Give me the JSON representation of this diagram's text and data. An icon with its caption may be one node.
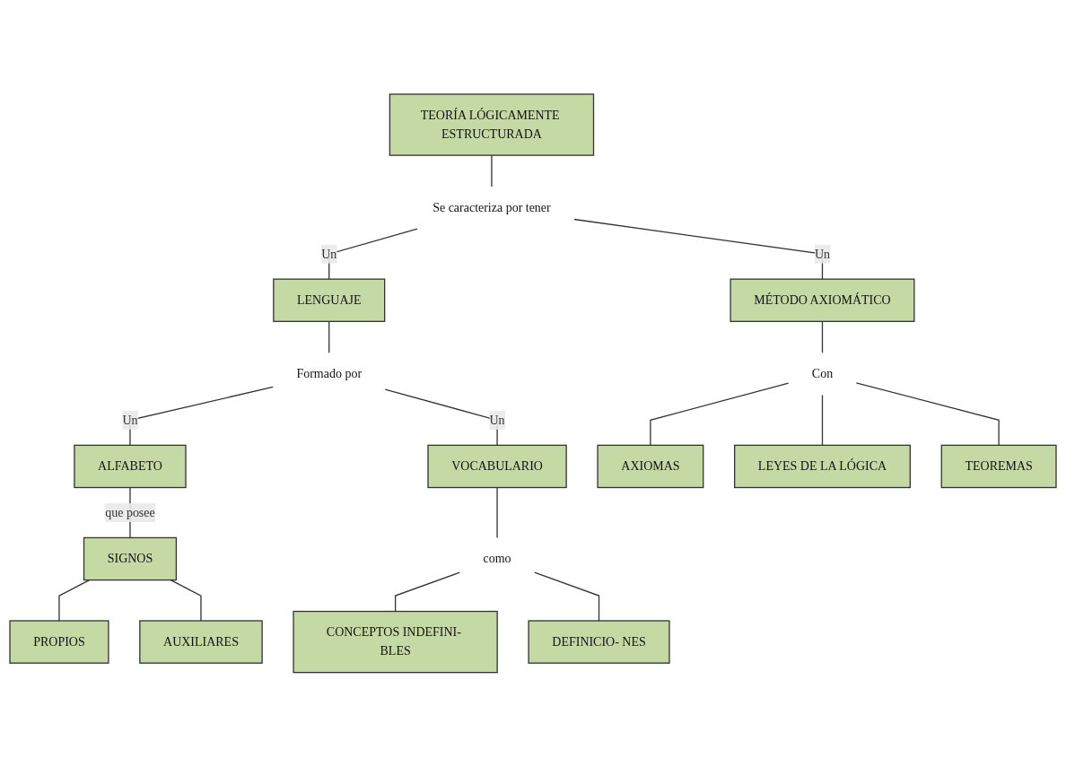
{
  "diagram": {
    "nodes": [
      {
        "text": [
          "TEORÍA LÓGICAMENTE ESTRUCTURADA"
        ]
      },
      {
        "text": [
          "Se caracteriza por tener"
        ]
      },
      {
        "text": [
          "LENGUAJE"
        ]
      },
      {
        "text": [
          "MÉTODO AXIOMÁTICO"
        ]
      },
      {
        "text": [
          "Formado por"
        ]
      },
      {
        "text": [
          "Con"
        ]
      },
      {
        "text": [
          "ALFABETO"
        ]
      },
      {
        "text": [
          "VOCABULARIO"
        ]
      },
      {
        "text": [
          "AXIOMAS"
        ]
      },
      {
        "text": [
          "LEYES DE LA LÓGICA"
        ]
      },
      {
        "text": [
          "TEOREMAS"
        ]
      },
      {
        "text": [
          "SIGNOS"
        ]
      },
      {
        "text": [
          "como"
        ]
      },
      {
        "text": [
          "CONCEPTOS INDEFINI- BLES"
        ]
      },
      {
        "text": [
          "DEFINICIO- NES"
        ]
      },
      {
        "text": [
          "PROPIOS"
        ]
      },
      {
        "text": [
          "AUXILIARES"
        ]
      }
    ],
    "edges": [
      {
        "from": 0,
        "to": 1,
        "arrow": "none"
      },
      {
        "from": 1,
        "to": 2,
        "arrow": "none",
        "label": "Un"
      },
      {
        "from": 1,
        "to": 3,
        "arrow": "none",
        "label": "Un"
      },
      {
        "from": 2,
        "to": 4,
        "arrow": "none"
      },
      {
        "from": 3,
        "to": 5,
        "arrow": "none"
      },
      {
        "from": 4,
        "to": 6,
        "arrow": "none",
        "label": "Un"
      },
      {
        "from": 4,
        "to": 7,
        "arrow": "none",
        "label": "Un"
      },
      {
        "from": 5,
        "to": 8,
        "arrow": "none"
      },
      {
        "from": 5,
        "to": 9,
        "arrow": "none"
      },
      {
        "from": 5,
        "to": 10,
        "arrow": "none"
      },
      {
        "from": 6,
        "to": 11,
        "arrow": "none",
        "label": "que posee"
      },
      {
        "from": 7,
        "to": 12,
        "arrow": "none"
      },
      {
        "from": 12,
        "to": 13,
        "arrow": "none"
      },
      {
        "from": 12,
        "to": 14,
        "arrow": "none"
      },
      {
        "from": 11,
        "to": 15,
        "arrow": "none"
      },
      {
        "from": 11,
        "to": 16,
        "arrow": "none"
      }
    ]
  }
}
